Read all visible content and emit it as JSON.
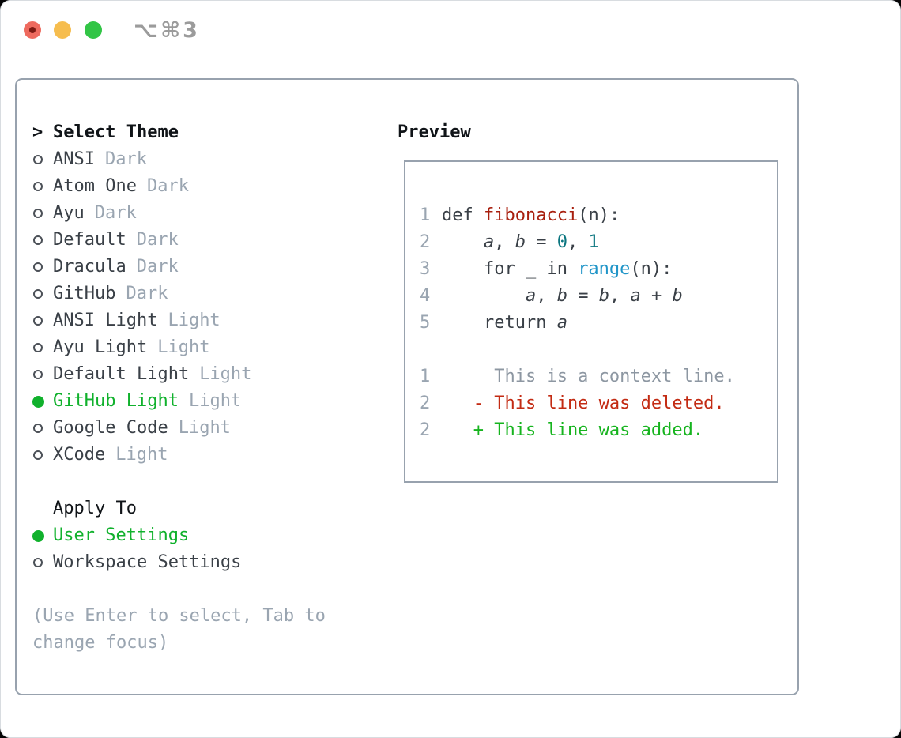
{
  "window": {
    "title": "⌥⌘3"
  },
  "traffic_lights": [
    {
      "name": "close"
    },
    {
      "name": "minimize"
    },
    {
      "name": "zoom"
    }
  ],
  "picker": {
    "prompt": ">",
    "title": "Select Theme",
    "items": [
      {
        "name": "ANSI",
        "tag": "Dark",
        "selected": false
      },
      {
        "name": "Atom One",
        "tag": "Dark",
        "selected": false
      },
      {
        "name": "Ayu",
        "tag": "Dark",
        "selected": false
      },
      {
        "name": "Default",
        "tag": "Dark",
        "selected": false
      },
      {
        "name": "Dracula",
        "tag": "Dark",
        "selected": false
      },
      {
        "name": "GitHub",
        "tag": "Dark",
        "selected": false
      },
      {
        "name": "ANSI Light",
        "tag": "Light",
        "selected": false
      },
      {
        "name": "Ayu Light",
        "tag": "Light",
        "selected": false
      },
      {
        "name": "Default Light",
        "tag": "Light",
        "selected": false
      },
      {
        "name": "GitHub Light",
        "tag": "Light",
        "selected": true
      },
      {
        "name": "Google Code",
        "tag": "Light",
        "selected": false
      },
      {
        "name": "XCode",
        "tag": "Light",
        "selected": false
      }
    ],
    "apply_to": {
      "label": "Apply To",
      "options": [
        {
          "label": "User Settings",
          "selected": true
        },
        {
          "label": "Workspace Settings",
          "selected": false
        }
      ]
    },
    "hint": "(Use Enter to select, Tab to change focus)"
  },
  "preview": {
    "label": "Preview",
    "lines": [
      {
        "num": "1",
        "tokens": [
          [
            "def ",
            "plain"
          ],
          [
            "fibonacci",
            "fn"
          ],
          [
            "(n):",
            "plain"
          ]
        ]
      },
      {
        "num": "2",
        "tokens": [
          [
            "    ",
            "plain"
          ],
          [
            "a",
            "var"
          ],
          [
            ", ",
            "plain"
          ],
          [
            "b",
            "var"
          ],
          [
            " = ",
            "plain"
          ],
          [
            "0",
            "lit"
          ],
          [
            ", ",
            "plain"
          ],
          [
            "1",
            "lit"
          ]
        ]
      },
      {
        "num": "3",
        "tokens": [
          [
            "    for _ in ",
            "plain"
          ],
          [
            "range",
            "bi"
          ],
          [
            "(n):",
            "plain"
          ]
        ]
      },
      {
        "num": "4",
        "tokens": [
          [
            "        ",
            "plain"
          ],
          [
            "a",
            "var"
          ],
          [
            ", ",
            "plain"
          ],
          [
            "b",
            "var"
          ],
          [
            " = ",
            "plain"
          ],
          [
            "b",
            "var"
          ],
          [
            ", ",
            "plain"
          ],
          [
            "a",
            "var"
          ],
          [
            " + ",
            "plain"
          ],
          [
            "b",
            "var"
          ]
        ]
      },
      {
        "num": "5",
        "tokens": [
          [
            "    return ",
            "plain"
          ],
          [
            "a",
            "var"
          ]
        ]
      },
      {
        "num": "",
        "tokens": []
      },
      {
        "num": "1",
        "tokens": [
          [
            "     This is a context line.",
            "ctx"
          ]
        ]
      },
      {
        "num": "2",
        "tokens": [
          [
            "   - This line was deleted.",
            "del"
          ]
        ]
      },
      {
        "num": "2",
        "tokens": [
          [
            "   + This line was added.",
            "add"
          ]
        ]
      }
    ]
  },
  "colors": {
    "accent_green": "#10b12c",
    "added_green": "#16b41e",
    "deleted_red": "#c32b13",
    "func_red": "#a81f0e",
    "num_teal": "#0c7680",
    "builtin_blue": "#2095c8",
    "text_dark": "#3a4047",
    "heading_black": "#101418",
    "muted_gray": "#9aa5b1",
    "context_gray": "#8d97a2",
    "border_gray": "#98a2ae",
    "title_gray": "#9b9b9b",
    "light_red": "#ee6a5e",
    "light_red_dot": "#7d1a12",
    "light_yellow": "#f6bd4e",
    "light_green": "#32c546"
  }
}
